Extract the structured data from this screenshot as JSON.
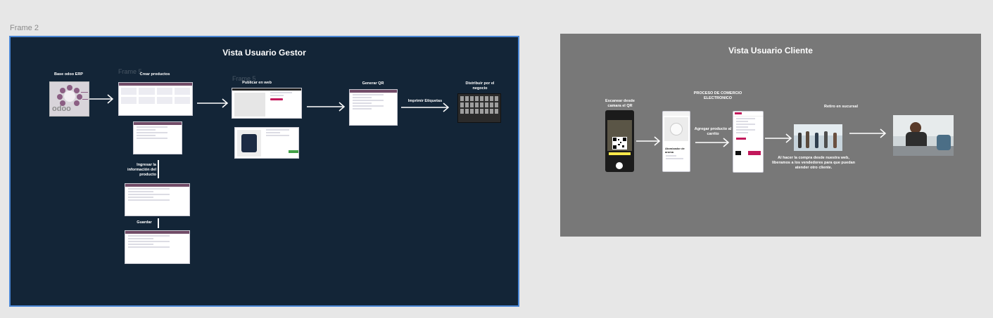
{
  "canvas": {
    "frame_label": "Frame 2",
    "ghost_frame_label": "Frame 5"
  },
  "gestor": {
    "title": "Vista Usuario Gestor",
    "steps": {
      "erp": "Base odoo ERP",
      "crear": "Crear productos",
      "publicar": "Publicar en web",
      "qr": "Generar QR",
      "etiquetas": "Imprimir Etiquetas",
      "distribuir": "Distribuir por el negocio",
      "ingresar": "Ingresar la información del producto",
      "guardar": "Guardar"
    },
    "logo_text": "odoo"
  },
  "cliente": {
    "title": "Vista Usuario Cliente",
    "steps": {
      "escanear": "Escanear desde camara el QR",
      "proceso": "PROCESO DE COMERCIO ELECTRONICO",
      "agregar": "Agregar producto al carrito",
      "retiro": "Retiro en sucursal",
      "nota": "Al hacer la compra desde nuestra web, liberamos a los vendedores para que puedan atender otro cliente."
    },
    "product_name": "Atomizador de aroma"
  },
  "colors": {
    "gestor_bg": "#132537",
    "gestor_border": "#4a86d4",
    "cliente_bg": "#787878",
    "canvas_bg": "#e7e7e7",
    "odoo_purple": "#714b67",
    "accent_pink": "#c2185b"
  }
}
